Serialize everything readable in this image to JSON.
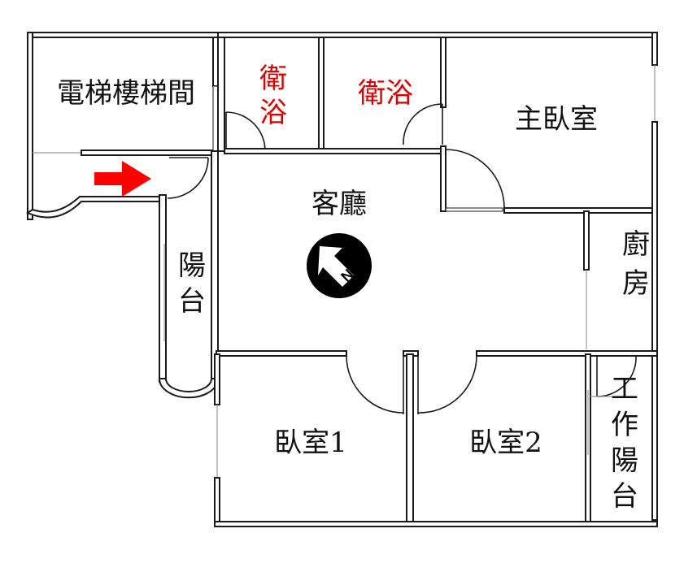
{
  "rooms": {
    "elevator_stair": "電梯樓梯間",
    "bath1": [
      "衛",
      "浴"
    ],
    "bath2": "衛浴",
    "master_bedroom": "主臥室",
    "living_room": "客廳",
    "kitchen": [
      "廚",
      "房"
    ],
    "balcony": [
      "陽",
      "台"
    ],
    "bedroom1": "臥室1",
    "bedroom2": "臥室2",
    "work_balcony": [
      "工",
      "作",
      "陽",
      "台"
    ]
  },
  "compass": {
    "label": "N"
  },
  "colors": {
    "bath_label": "#e00000",
    "entry_arrow": "#ff0000",
    "walls": "#1a1a1a"
  },
  "icons": {
    "entry": "red-arrow-right-icon",
    "compass": "north-compass-icon"
  }
}
